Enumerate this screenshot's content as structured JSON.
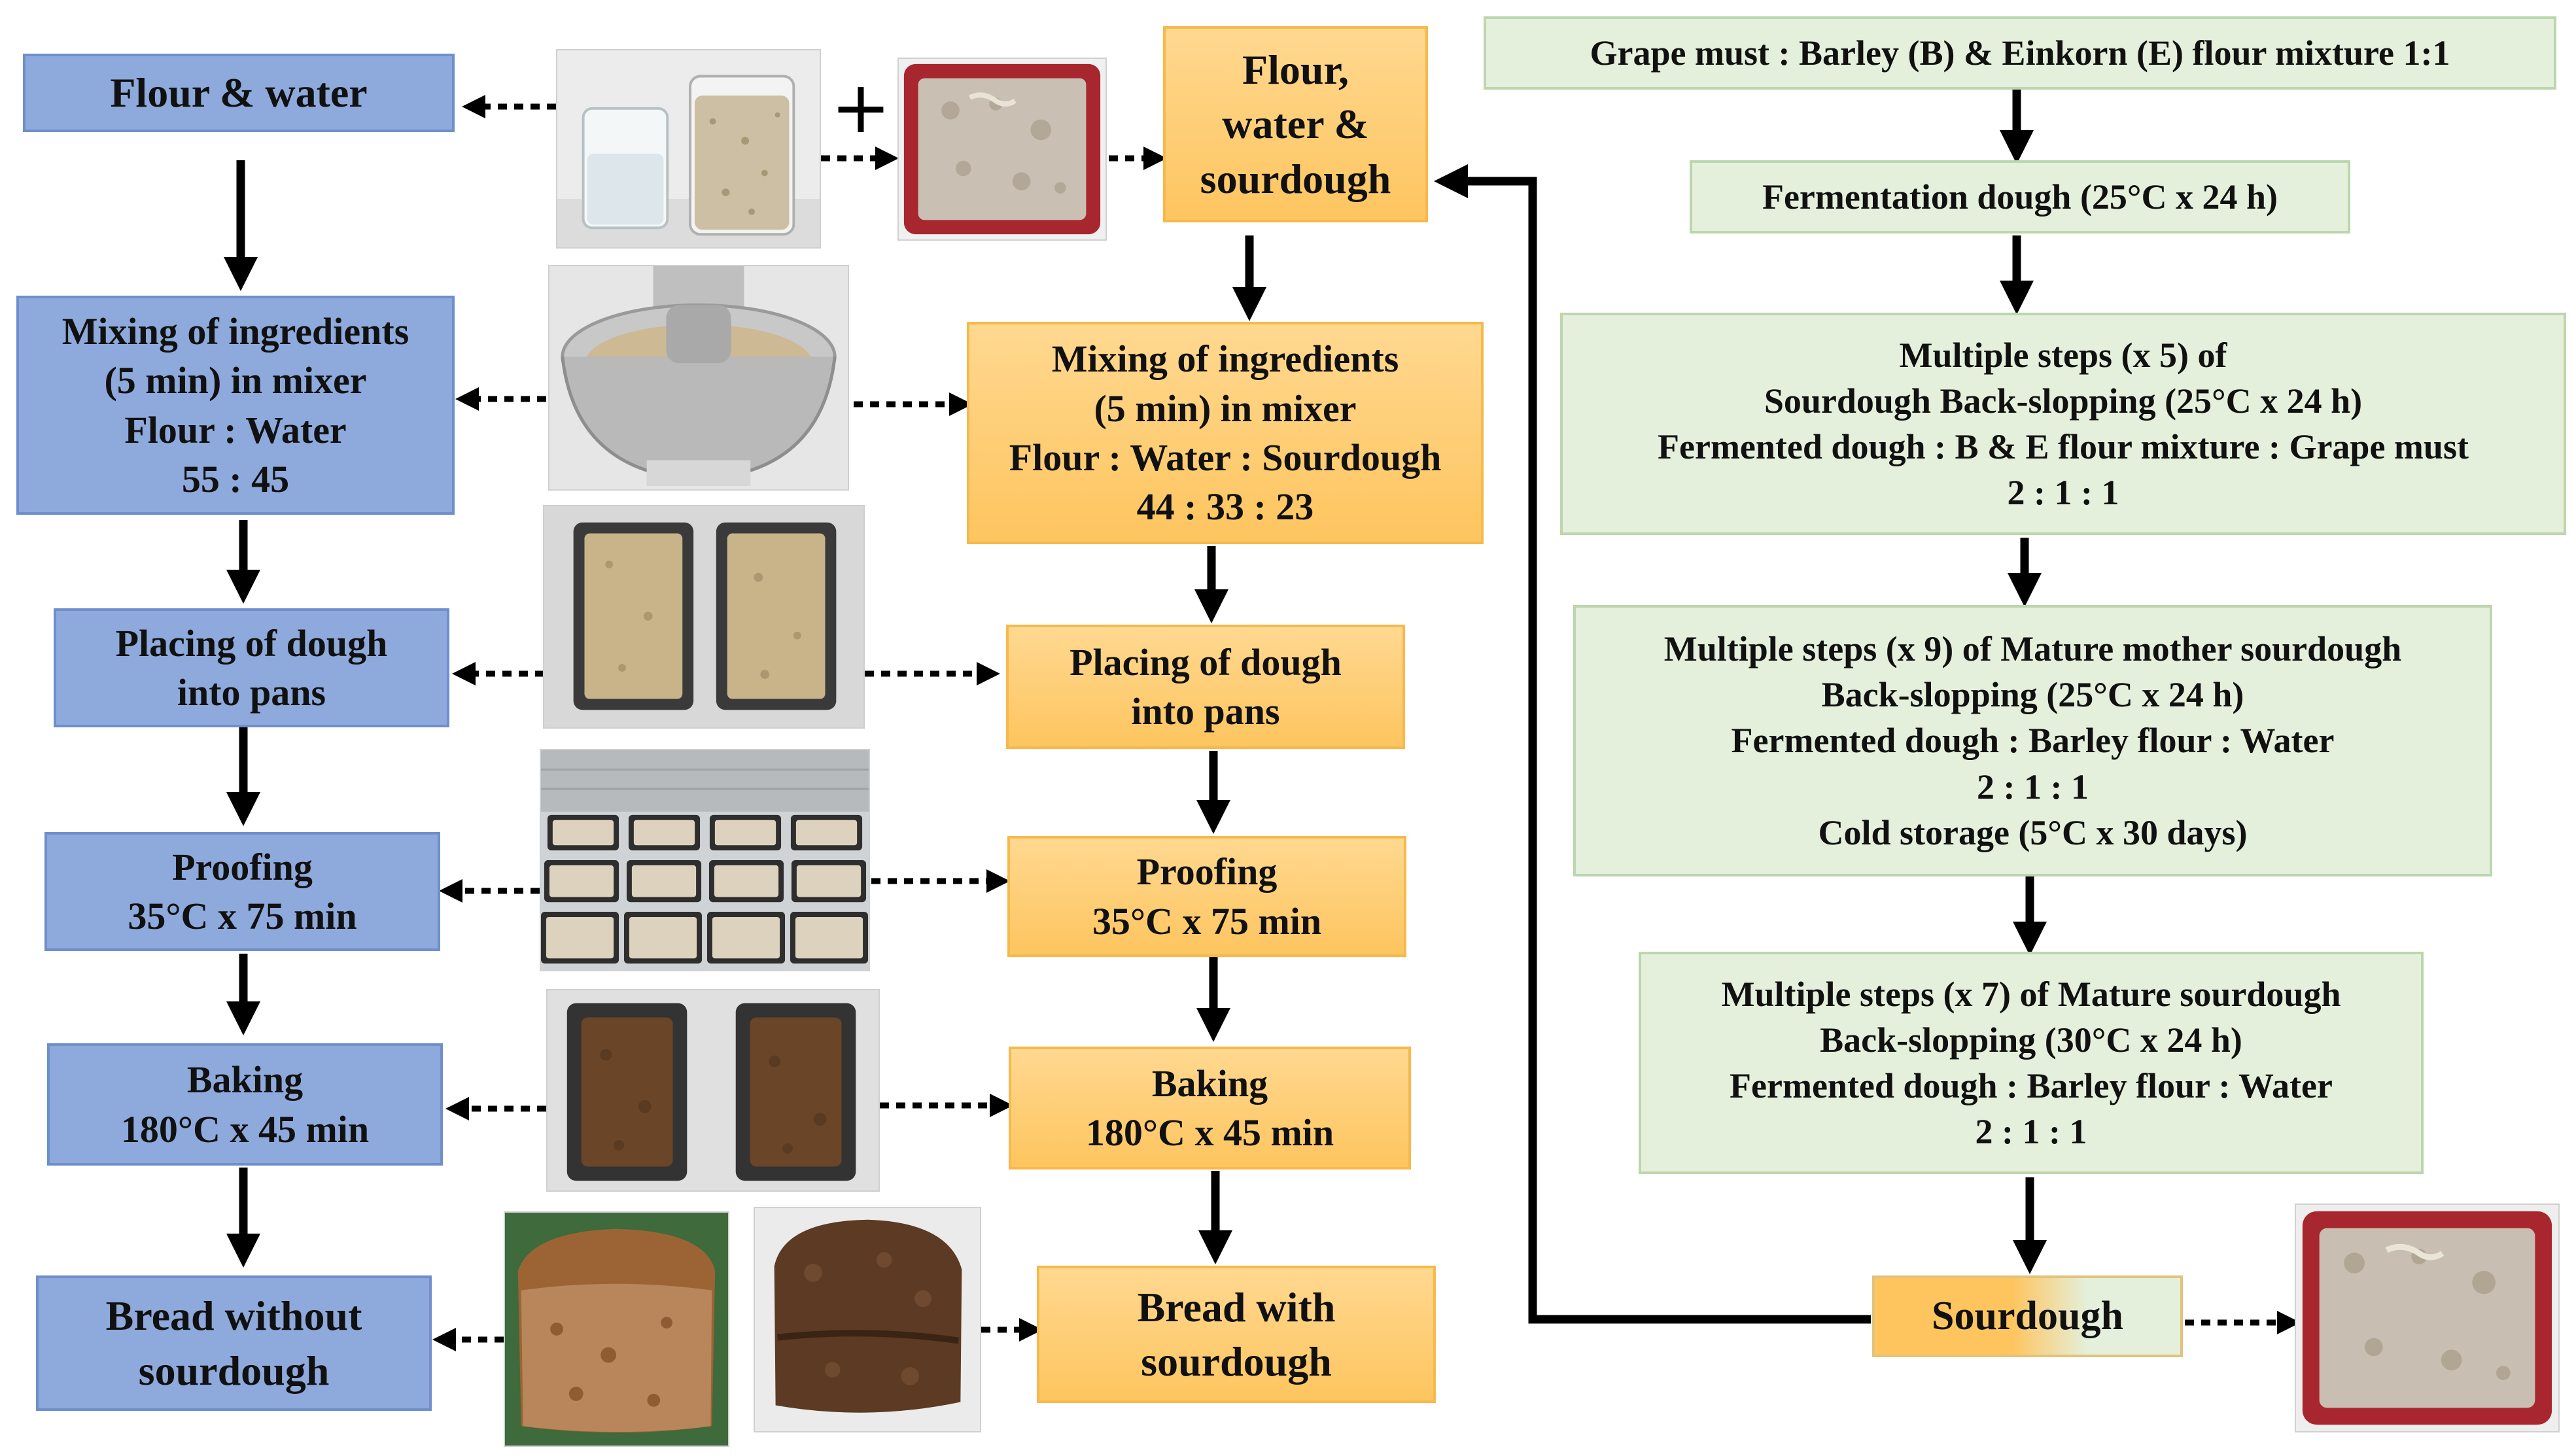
{
  "without_sourdough": {
    "start": [
      "Flour & water"
    ],
    "mixing": [
      "Mixing of ingredients",
      "(5 min) in mixer",
      "Flour : Water",
      "55 : 45"
    ],
    "placing": [
      "Placing of dough",
      "into pans"
    ],
    "proofing": [
      "Proofing",
      "35°C x 75 min"
    ],
    "baking": [
      "Baking",
      "180°C x 45 min"
    ],
    "final": [
      "Bread without",
      "sourdough"
    ]
  },
  "with_sourdough": {
    "start": [
      "Flour,",
      "water &",
      "sourdough"
    ],
    "mixing": [
      "Mixing of ingredients",
      "(5 min) in mixer",
      "Flour : Water : Sourdough",
      "44 : 33 : 23"
    ],
    "placing": [
      "Placing of dough",
      "into pans"
    ],
    "proofing": [
      "Proofing",
      "35°C x 75 min"
    ],
    "baking": [
      "Baking",
      "180°C x 45 min"
    ],
    "final": [
      "Bread with",
      "sourdough"
    ]
  },
  "sourdough_preparation": {
    "step1": [
      "Grape must : Barley (B) & Einkorn (E) flour mixture 1:1"
    ],
    "step2": [
      "Fermentation dough (25°C x 24 h)"
    ],
    "step3": [
      "Multiple steps (x 5) of",
      "Sourdough Back-slopping (25°C x 24 h)",
      "Fermented dough : B & E flour mixture : Grape must",
      "2 : 1 : 1"
    ],
    "step4": [
      "Multiple steps (x 9) of Mature mother sourdough",
      "Back-slopping (25°C x 24 h)",
      "Fermented dough : Barley flour : Water",
      "2 : 1 : 1",
      "Cold storage (5°C x 30 days)"
    ],
    "step5": [
      "Multiple steps (x 7) of Mature sourdough",
      "Back-slopping (30°C x 24 h)",
      "Fermented dough : Barley flour : Water",
      "2 : 1 : 1"
    ],
    "final": [
      "Sourdough"
    ]
  },
  "plus_sign": "+",
  "photos": [
    "flour-and-water-glasses",
    "sourdough-in-red-tray",
    "dough-in-mixer-bowl",
    "dough-in-loaf-pans",
    "dough-in-proofing-cabinet",
    "baked-loaves-in-pans",
    "bread-without-sourdough",
    "bread-with-sourdough",
    "sourdough-in-red-tray-final"
  ],
  "colors": {
    "blue_fill": "#8ea9db",
    "orange_fill": "#fec55f",
    "green_fill": "#e4f0dc",
    "arrow": "#000000"
  }
}
